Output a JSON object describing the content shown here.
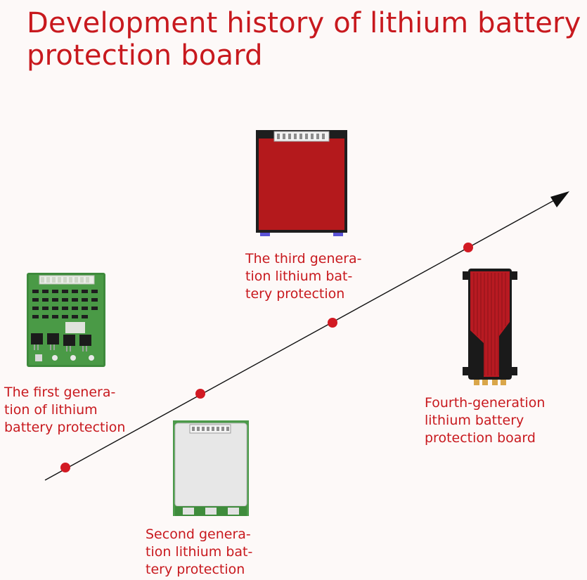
{
  "title": "Development history of lithium battery protection board",
  "colors": {
    "accent": "#c8191e",
    "timeline_line": "#111111",
    "milestone_dot": "#d21a23"
  },
  "milestones": [
    {
      "caption": "The first genera-\ntion of lithium\nbattery protection",
      "image": "green-pcb-protection-board"
    },
    {
      "caption": "Second genera-\ntion lithium bat-\ntery protection",
      "image": "white-shrink-wrapped-protection-board"
    },
    {
      "caption": "The third genera-\ntion lithium bat-\ntery protection",
      "image": "red-sleeved-protection-board"
    },
    {
      "caption": "Fourth-generation\nlithium battery\nprotection board",
      "image": "red-aluminum-housing-protection-board"
    }
  ]
}
